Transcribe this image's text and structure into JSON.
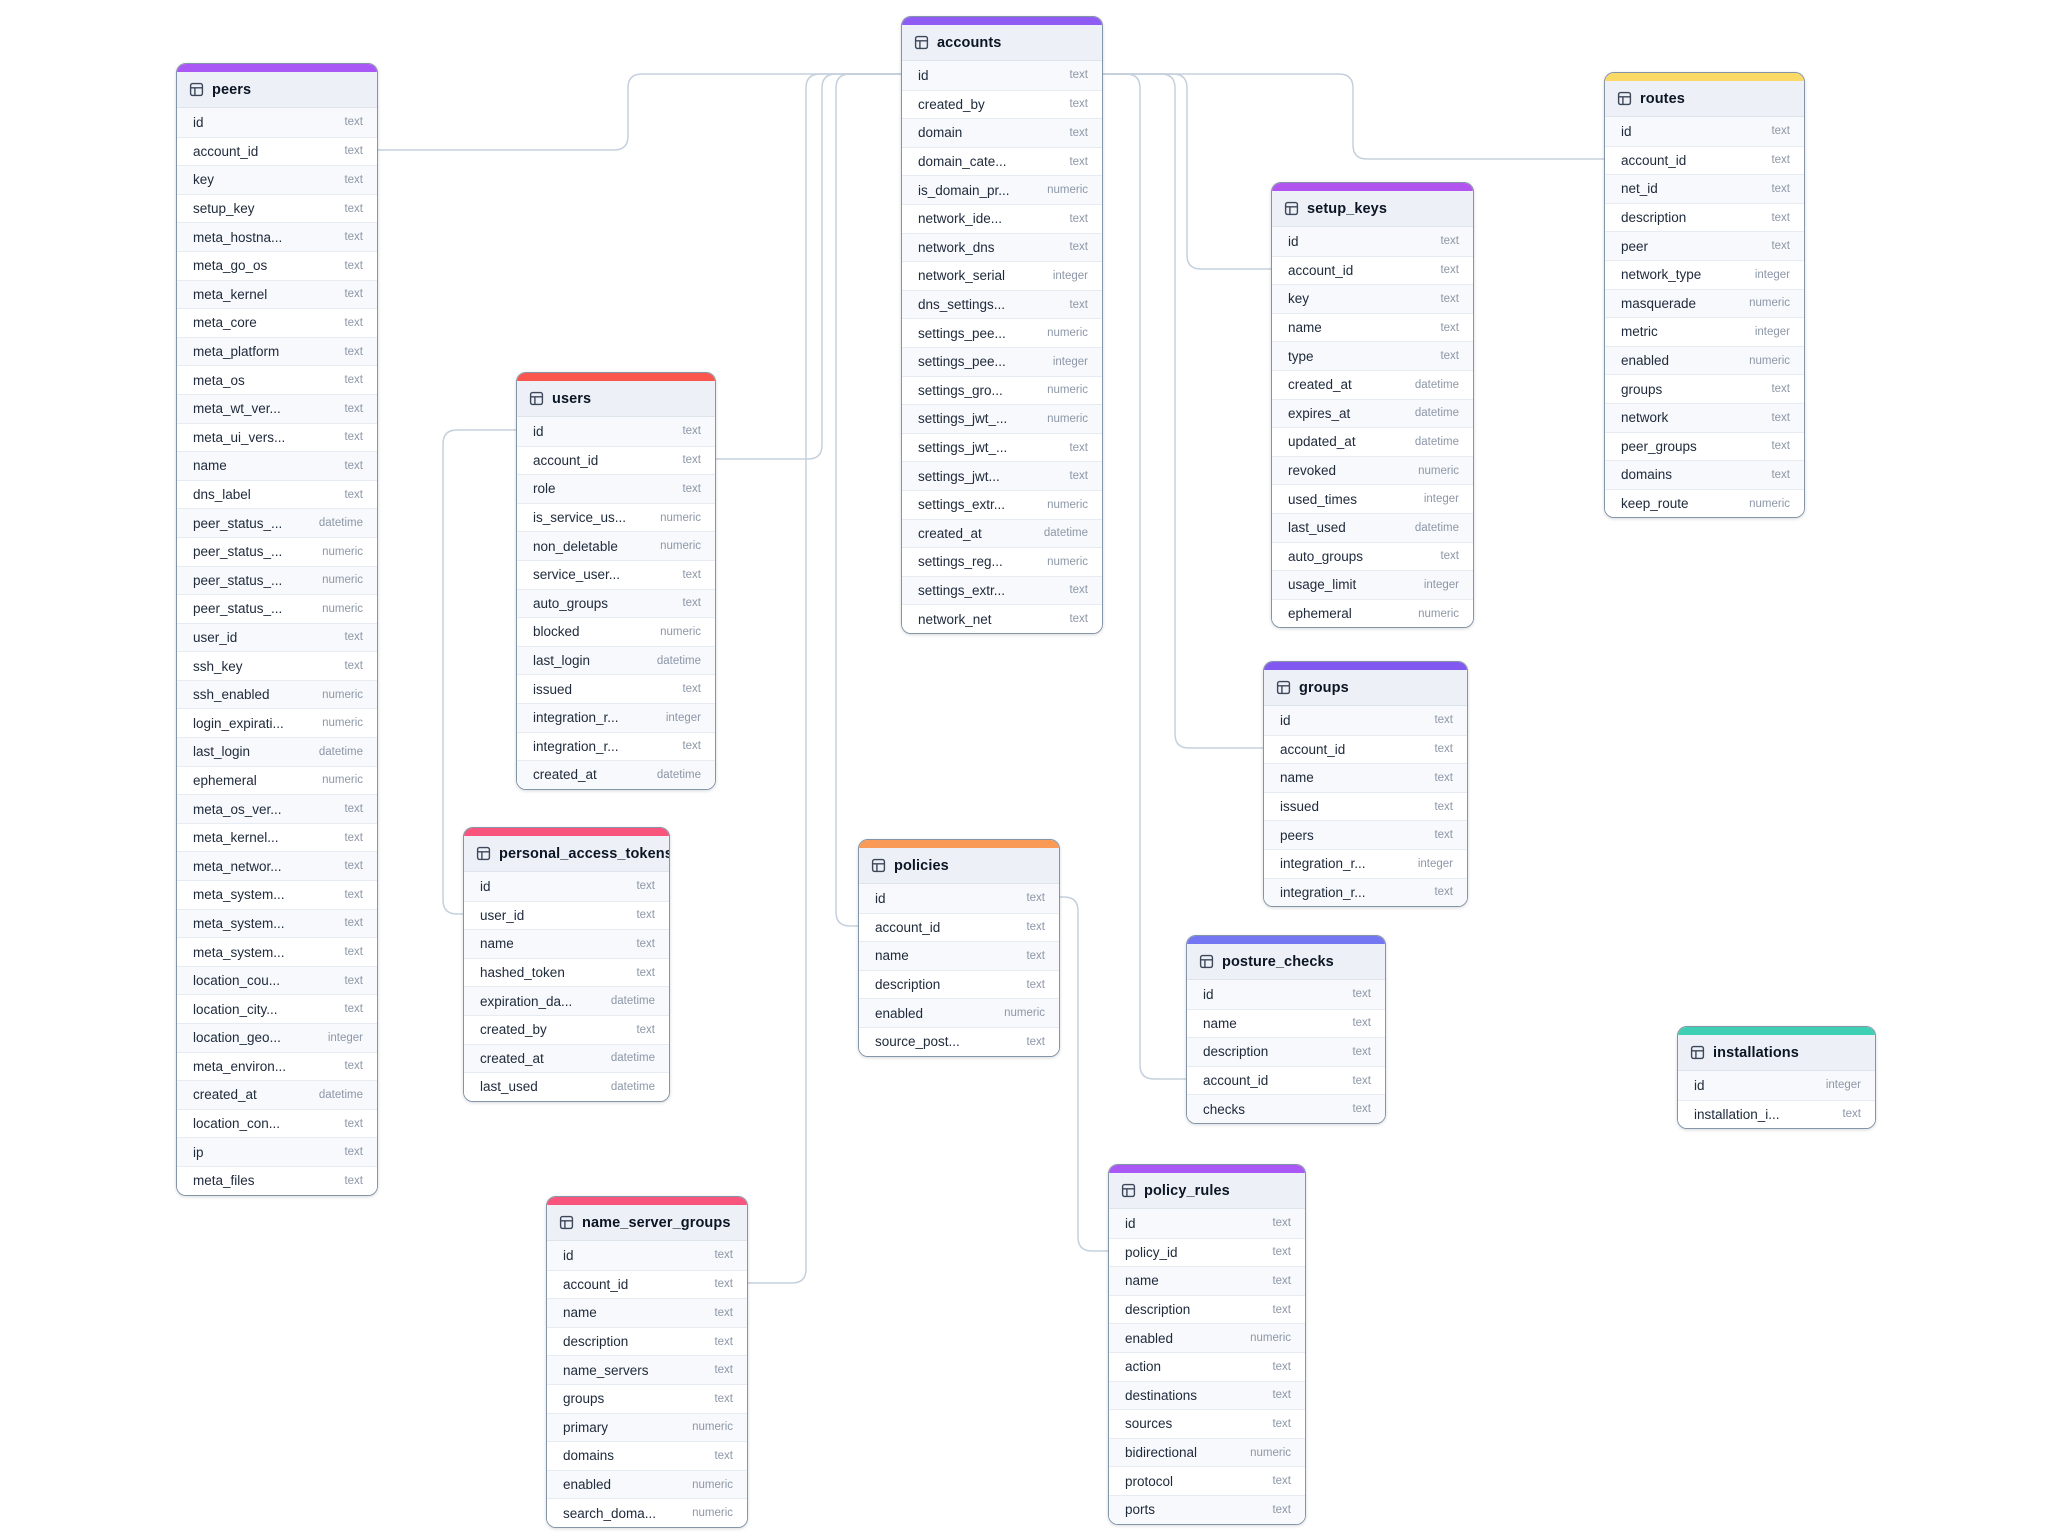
{
  "diagram": {
    "tables": [
      {
        "name": "peers",
        "header_color": "#a958f5",
        "fields": [
          [
            "id",
            "text"
          ],
          [
            "account_id",
            "text"
          ],
          [
            "key",
            "text"
          ],
          [
            "setup_key",
            "text"
          ],
          [
            "meta_hostna...",
            "text"
          ],
          [
            "meta_go_os",
            "text"
          ],
          [
            "meta_kernel",
            "text"
          ],
          [
            "meta_core",
            "text"
          ],
          [
            "meta_platform",
            "text"
          ],
          [
            "meta_os",
            "text"
          ],
          [
            "meta_wt_ver...",
            "text"
          ],
          [
            "meta_ui_vers...",
            "text"
          ],
          [
            "name",
            "text"
          ],
          [
            "dns_label",
            "text"
          ],
          [
            "peer_status_...",
            "datetime"
          ],
          [
            "peer_status_...",
            "numeric"
          ],
          [
            "peer_status_...",
            "numeric"
          ],
          [
            "peer_status_...",
            "numeric"
          ],
          [
            "user_id",
            "text"
          ],
          [
            "ssh_key",
            "text"
          ],
          [
            "ssh_enabled",
            "numeric"
          ],
          [
            "login_expirati...",
            "numeric"
          ],
          [
            "last_login",
            "datetime"
          ],
          [
            "ephemeral",
            "numeric"
          ],
          [
            "meta_os_ver...",
            "text"
          ],
          [
            "meta_kernel...",
            "text"
          ],
          [
            "meta_networ...",
            "text"
          ],
          [
            "meta_system...",
            "text"
          ],
          [
            "meta_system...",
            "text"
          ],
          [
            "meta_system...",
            "text"
          ],
          [
            "location_cou...",
            "text"
          ],
          [
            "location_city...",
            "text"
          ],
          [
            "location_geo...",
            "integer"
          ],
          [
            "meta_environ...",
            "text"
          ],
          [
            "created_at",
            "datetime"
          ],
          [
            "location_con...",
            "text"
          ],
          [
            "ip",
            "text"
          ],
          [
            "meta_files",
            "text"
          ]
        ]
      },
      {
        "name": "users",
        "header_color": "#fa564d",
        "fields": [
          [
            "id",
            "text"
          ],
          [
            "account_id",
            "text"
          ],
          [
            "role",
            "text"
          ],
          [
            "is_service_us...",
            "numeric"
          ],
          [
            "non_deletable",
            "numeric"
          ],
          [
            "service_user...",
            "text"
          ],
          [
            "auto_groups",
            "text"
          ],
          [
            "blocked",
            "numeric"
          ],
          [
            "last_login",
            "datetime"
          ],
          [
            "issued",
            "text"
          ],
          [
            "integration_r...",
            "integer"
          ],
          [
            "integration_r...",
            "text"
          ],
          [
            "created_at",
            "datetime"
          ]
        ]
      },
      {
        "name": "personal_access_tokens",
        "header_color": "#f9547b",
        "fields": [
          [
            "id",
            "text"
          ],
          [
            "user_id",
            "text"
          ],
          [
            "name",
            "text"
          ],
          [
            "hashed_token",
            "text"
          ],
          [
            "expiration_da...",
            "datetime"
          ],
          [
            "created_by",
            "text"
          ],
          [
            "created_at",
            "datetime"
          ],
          [
            "last_used",
            "datetime"
          ]
        ]
      },
      {
        "name": "accounts",
        "header_color": "#8e5bf4",
        "fields": [
          [
            "id",
            "text"
          ],
          [
            "created_by",
            "text"
          ],
          [
            "domain",
            "text"
          ],
          [
            "domain_cate...",
            "text"
          ],
          [
            "is_domain_pr...",
            "numeric"
          ],
          [
            "network_ide...",
            "text"
          ],
          [
            "network_dns",
            "text"
          ],
          [
            "network_serial",
            "integer"
          ],
          [
            "dns_settings...",
            "text"
          ],
          [
            "settings_pee...",
            "numeric"
          ],
          [
            "settings_pee...",
            "integer"
          ],
          [
            "settings_gro...",
            "numeric"
          ],
          [
            "settings_jwt_...",
            "numeric"
          ],
          [
            "settings_jwt_...",
            "text"
          ],
          [
            "settings_jwt...",
            "text"
          ],
          [
            "settings_extr...",
            "numeric"
          ],
          [
            "created_at",
            "datetime"
          ],
          [
            "settings_reg...",
            "numeric"
          ],
          [
            "settings_extr...",
            "text"
          ],
          [
            "network_net",
            "text"
          ]
        ]
      },
      {
        "name": "name_server_groups",
        "header_color": "#f9547b",
        "fields": [
          [
            "id",
            "text"
          ],
          [
            "account_id",
            "text"
          ],
          [
            "name",
            "text"
          ],
          [
            "description",
            "text"
          ],
          [
            "name_servers",
            "text"
          ],
          [
            "groups",
            "text"
          ],
          [
            "primary",
            "numeric"
          ],
          [
            "domains",
            "text"
          ],
          [
            "enabled",
            "numeric"
          ],
          [
            "search_doma...",
            "numeric"
          ]
        ]
      },
      {
        "name": "policies",
        "header_color": "#f99a56",
        "fields": [
          [
            "id",
            "text"
          ],
          [
            "account_id",
            "text"
          ],
          [
            "name",
            "text"
          ],
          [
            "description",
            "text"
          ],
          [
            "enabled",
            "numeric"
          ],
          [
            "source_post...",
            "text"
          ]
        ]
      },
      {
        "name": "setup_keys",
        "header_color": "#b255ee",
        "fields": [
          [
            "id",
            "text"
          ],
          [
            "account_id",
            "text"
          ],
          [
            "key",
            "text"
          ],
          [
            "name",
            "text"
          ],
          [
            "type",
            "text"
          ],
          [
            "created_at",
            "datetime"
          ],
          [
            "expires_at",
            "datetime"
          ],
          [
            "updated_at",
            "datetime"
          ],
          [
            "revoked",
            "numeric"
          ],
          [
            "used_times",
            "integer"
          ],
          [
            "last_used",
            "datetime"
          ],
          [
            "auto_groups",
            "text"
          ],
          [
            "usage_limit",
            "integer"
          ],
          [
            "ephemeral",
            "numeric"
          ]
        ]
      },
      {
        "name": "groups",
        "header_color": "#8259f0",
        "fields": [
          [
            "id",
            "text"
          ],
          [
            "account_id",
            "text"
          ],
          [
            "name",
            "text"
          ],
          [
            "issued",
            "text"
          ],
          [
            "peers",
            "text"
          ],
          [
            "integration_r...",
            "integer"
          ],
          [
            "integration_r...",
            "text"
          ]
        ]
      },
      {
        "name": "posture_checks",
        "header_color": "#7377f1",
        "fields": [
          [
            "id",
            "text"
          ],
          [
            "name",
            "text"
          ],
          [
            "description",
            "text"
          ],
          [
            "account_id",
            "text"
          ],
          [
            "checks",
            "text"
          ]
        ]
      },
      {
        "name": "policy_rules",
        "header_color": "#a958f5",
        "fields": [
          [
            "id",
            "text"
          ],
          [
            "policy_id",
            "text"
          ],
          [
            "name",
            "text"
          ],
          [
            "description",
            "text"
          ],
          [
            "enabled",
            "numeric"
          ],
          [
            "action",
            "text"
          ],
          [
            "destinations",
            "text"
          ],
          [
            "sources",
            "text"
          ],
          [
            "bidirectional",
            "numeric"
          ],
          [
            "protocol",
            "text"
          ],
          [
            "ports",
            "text"
          ]
        ]
      },
      {
        "name": "routes",
        "header_color": "#fbd966",
        "fields": [
          [
            "id",
            "text"
          ],
          [
            "account_id",
            "text"
          ],
          [
            "net_id",
            "text"
          ],
          [
            "description",
            "text"
          ],
          [
            "peer",
            "text"
          ],
          [
            "network_type",
            "integer"
          ],
          [
            "masquerade",
            "numeric"
          ],
          [
            "metric",
            "integer"
          ],
          [
            "enabled",
            "numeric"
          ],
          [
            "groups",
            "text"
          ],
          [
            "network",
            "text"
          ],
          [
            "peer_groups",
            "text"
          ],
          [
            "domains",
            "text"
          ],
          [
            "keep_route",
            "numeric"
          ]
        ]
      },
      {
        "name": "installations",
        "header_color": "#3ecfb4",
        "fields": [
          [
            "id",
            "integer"
          ],
          [
            "installation_i...",
            "text"
          ]
        ]
      }
    ],
    "relationships": [
      {
        "from": "peers.account_id",
        "to": "accounts.id"
      },
      {
        "from": "users.account_id",
        "to": "accounts.id"
      },
      {
        "from": "policies.account_id",
        "to": "accounts.id"
      },
      {
        "from": "name_server_groups.account_id",
        "to": "accounts.id"
      },
      {
        "from": "personal_access_tokens.user_id",
        "to": "users.id"
      },
      {
        "from": "setup_keys.account_id",
        "to": "accounts.id"
      },
      {
        "from": "groups.account_id",
        "to": "accounts.id"
      },
      {
        "from": "posture_checks.account_id",
        "to": "accounts.id"
      },
      {
        "from": "routes.account_id",
        "to": "accounts.id"
      },
      {
        "from": "policy_rules.policy_id",
        "to": "policies.id"
      }
    ]
  }
}
